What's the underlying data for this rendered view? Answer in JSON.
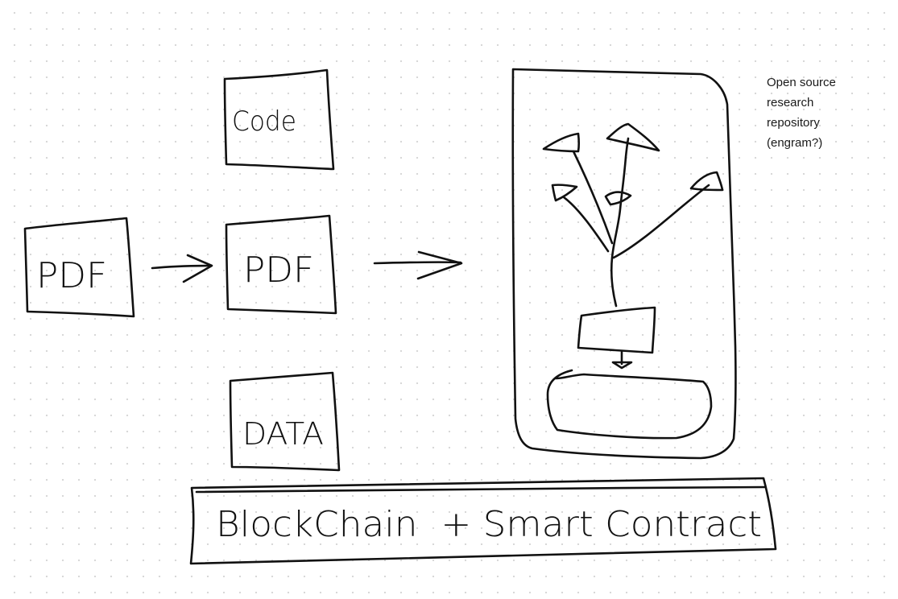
{
  "boxes": {
    "pdf_left": "PDF",
    "pdf_middle": "PDF",
    "code": "Code",
    "data": "DATA"
  },
  "banner": {
    "label": "BlockChain  + Smart Contract"
  },
  "note": {
    "lines": [
      "Open source",
      "research",
      "repository",
      "(engram?)"
    ]
  },
  "colors": {
    "ink": "#111111",
    "background": "#ffffff",
    "grid_dot": "#d6d6d6"
  }
}
